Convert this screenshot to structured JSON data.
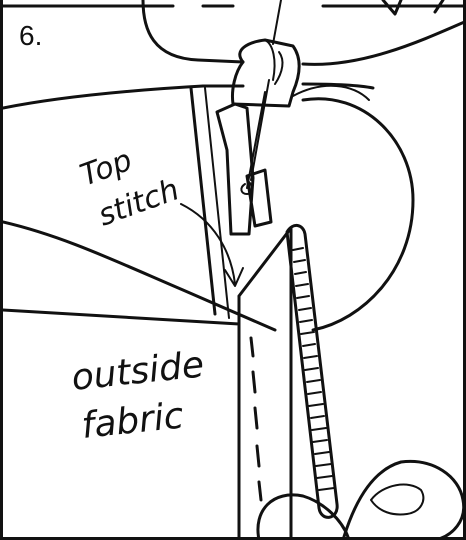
{
  "panel": {
    "step_number": "6.",
    "label_top_stitch_line1": "Top",
    "label_top_stitch_line2": "stitch",
    "label_fabric_line1": "outside",
    "label_fabric_line2": "fabric"
  }
}
